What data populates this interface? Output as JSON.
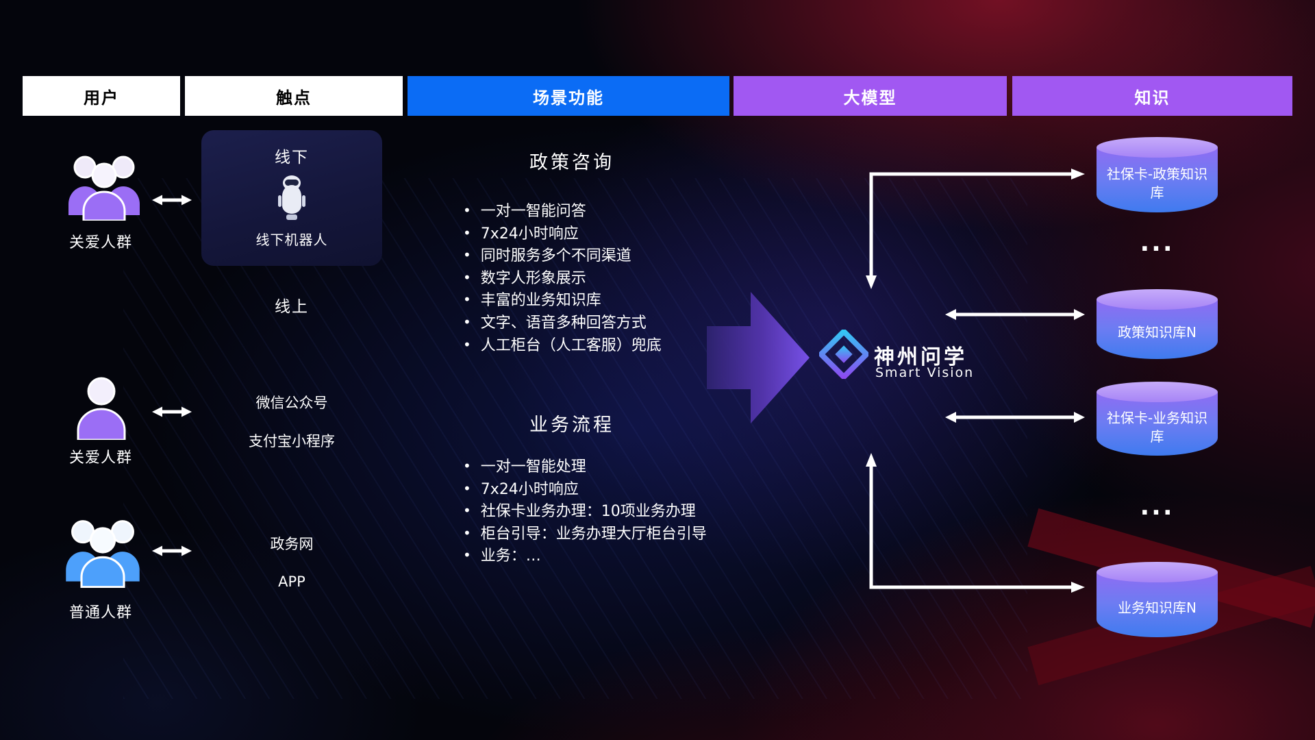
{
  "headers": {
    "users": "用户",
    "touchpoints": "触点",
    "functions": "场景功能",
    "model": "大模型",
    "knowledge": "知识"
  },
  "users": [
    {
      "label": "关爱人群",
      "icon": "group-people-icon",
      "color": "purple"
    },
    {
      "label": "关爱人群",
      "icon": "single-person-icon",
      "color": "purple"
    },
    {
      "label": "普通人群",
      "icon": "group-people-icon",
      "color": "blue"
    }
  ],
  "touchpoints": {
    "offline_title": "线下",
    "offline_robot": "线下机器人",
    "online_title": "线上",
    "channel_wechat": "微信公众号",
    "channel_alipay": "支付宝小程序",
    "channel_gov": "政务网",
    "channel_app": "APP"
  },
  "functions": {
    "policy": {
      "title": "政策咨询",
      "items": [
        "一对一智能问答",
        "7x24小时响应",
        "同时服务多个不同渠道",
        "数字人形象展示",
        "丰富的业务知识库",
        "文字、语音多种回答方式",
        "人工柜台（人工客服）兜底"
      ]
    },
    "business": {
      "title": "业务流程",
      "items": [
        "一对一智能处理",
        "7x24小时响应",
        "社保卡业务办理：10项业务办理",
        "柜台引导：业务办理大厅柜台引导",
        "业务：…"
      ]
    }
  },
  "model": {
    "name": "神州问学",
    "subtitle": "Smart Vision"
  },
  "knowledge": {
    "kb1": "社保卡-政策知识库",
    "ellipsis1": "...",
    "kb2": "政策知识库N",
    "kb3": "社保卡-业务知识库",
    "ellipsis2": "...",
    "kb4": "业务知识库N"
  },
  "icons": {
    "user_group": "three-person-group-icon",
    "user_single": "single-person-icon",
    "bidirectional_arrow": "double-headed-arrow-icon",
    "robot": "service-robot-icon",
    "model_logo": "diamond-logo-icon",
    "knowledge_base": "database-cylinder-icon",
    "flow_arrow": "big-right-arrow-icon"
  },
  "colors": {
    "blue_header": "#0b6cf5",
    "purple_header": "#a158f2",
    "white_header": "#ffffff",
    "user_purple": "#9b6ef5",
    "user_blue": "#4da0fb",
    "flow_arrow_dark": "#2e2370",
    "flow_arrow_bright": "#7c54ef",
    "cylinder_top": "#b79bf8",
    "cylinder_body_top": "#8f6cf3",
    "cylinder_body_bottom": "#3f7bef",
    "logo_cyan": "#34c6f4",
    "logo_purple": "#8b4bf0",
    "connector_white": "#ffffff"
  }
}
